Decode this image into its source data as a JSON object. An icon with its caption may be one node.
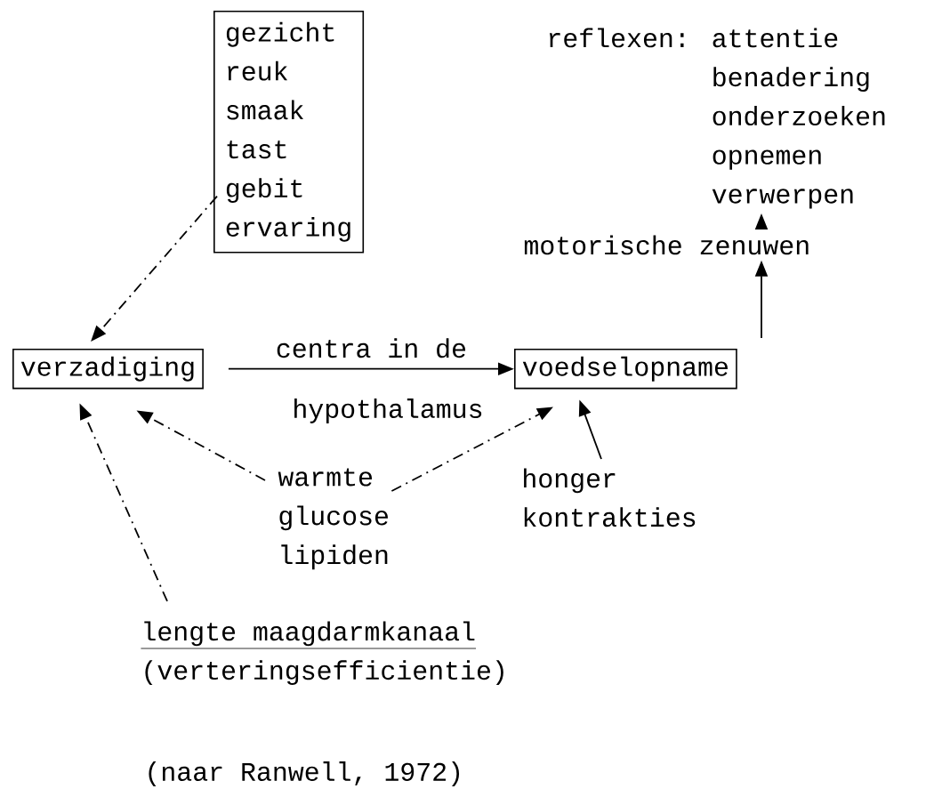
{
  "diagram": {
    "nodes": [
      {
        "text": [
          "gezicht",
          "reuk",
          "smaak",
          "tast",
          "gebit",
          "ervaring"
        ]
      },
      {
        "text": [
          "verzadiging"
        ]
      },
      {
        "text": [
          "voedselopname"
        ]
      },
      {
        "text": [
          "motorische zenuwen"
        ]
      },
      {
        "text": [
          "reflexen:",
          "attentie",
          "benadering",
          "onderzoeken",
          "opnemen",
          "verwerpen"
        ]
      },
      {
        "text": [
          "warmte",
          "glucose",
          "lipiden"
        ]
      },
      {
        "text": [
          "honger kontrakties"
        ]
      },
      {
        "text": [
          "lengte maagdarmkanaal",
          "(verteringsefficientie)"
        ]
      }
    ],
    "edges": [
      {
        "from": 0,
        "to": 1,
        "arrow": "to",
        "style": "dashed"
      },
      {
        "from": 1,
        "to": 2,
        "arrow": "to",
        "label": "centra in de"
      },
      {
        "from": 2,
        "to": 3,
        "arrow": "to"
      },
      {
        "from": 3,
        "to": 4,
        "arrow": "to"
      },
      {
        "from": 5,
        "to": 1,
        "arrow": "to",
        "style": "dashed"
      },
      {
        "from": 5,
        "to": 2,
        "arrow": "to",
        "style": "dashed"
      },
      {
        "from": 6,
        "to": 2,
        "arrow": "to"
      },
      {
        "from": 7,
        "to": 1,
        "arrow": "to",
        "style": "dashed"
      }
    ],
    "labels": [
      "hypothalamus",
      "(naar Ranwell, 1972)"
    ]
  }
}
